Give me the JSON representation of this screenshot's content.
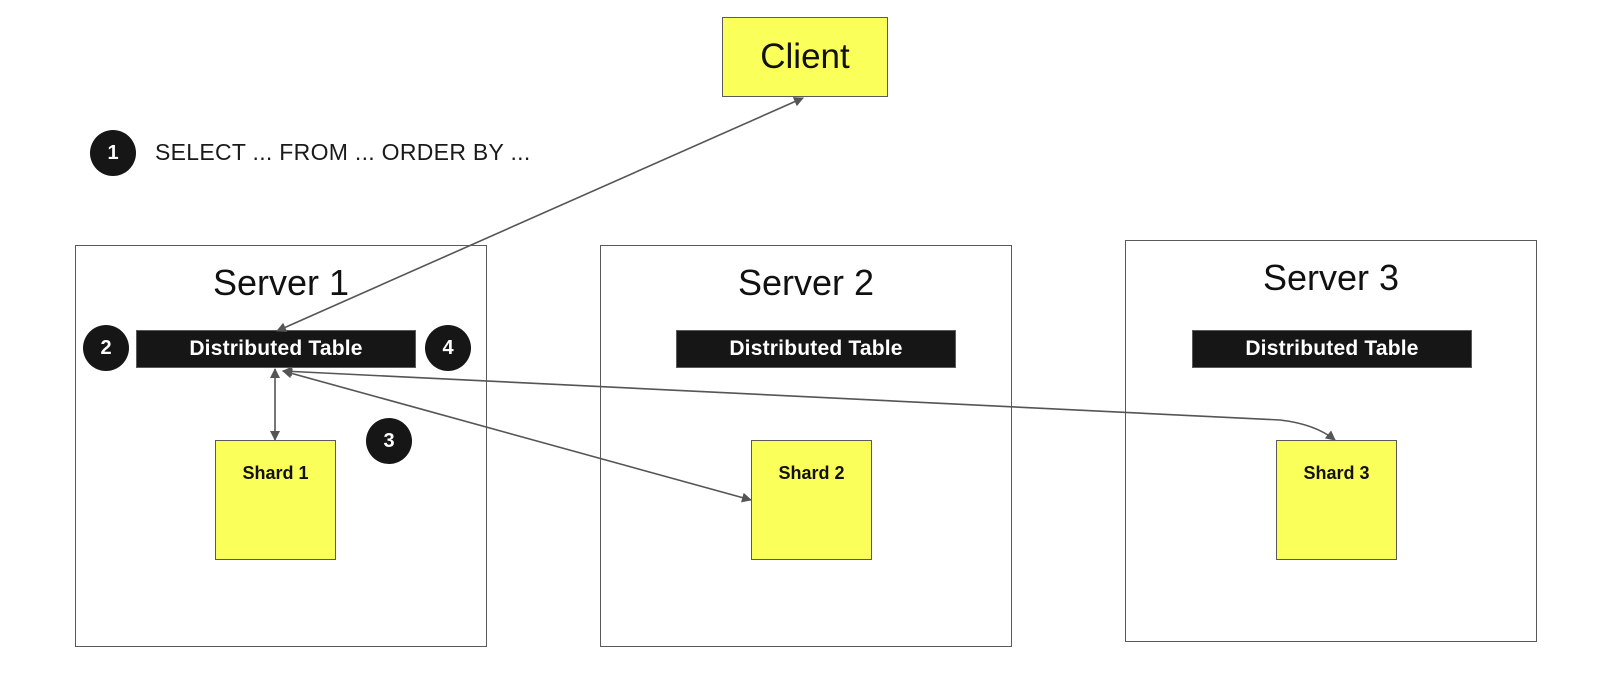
{
  "client": {
    "label": "Client"
  },
  "query": {
    "badge": "1",
    "text": "SELECT ... FROM ... ORDER BY ..."
  },
  "servers": [
    {
      "title": "Server 1",
      "table_label": "Distributed Table",
      "shard_label": "Shard 1"
    },
    {
      "title": "Server 2",
      "table_label": "Distributed Table",
      "shard_label": "Shard 2"
    },
    {
      "title": "Server 3",
      "table_label": "Distributed Table",
      "shard_label": "Shard 3"
    }
  ],
  "step_badges": {
    "step2": "2",
    "step3": "3",
    "step4": "4"
  },
  "colors": {
    "node_fill": "#fbff5a",
    "table_fill": "#161616",
    "badge_fill": "#161616",
    "line": "#5a5a5a"
  },
  "icons": [
    "arrowhead"
  ]
}
